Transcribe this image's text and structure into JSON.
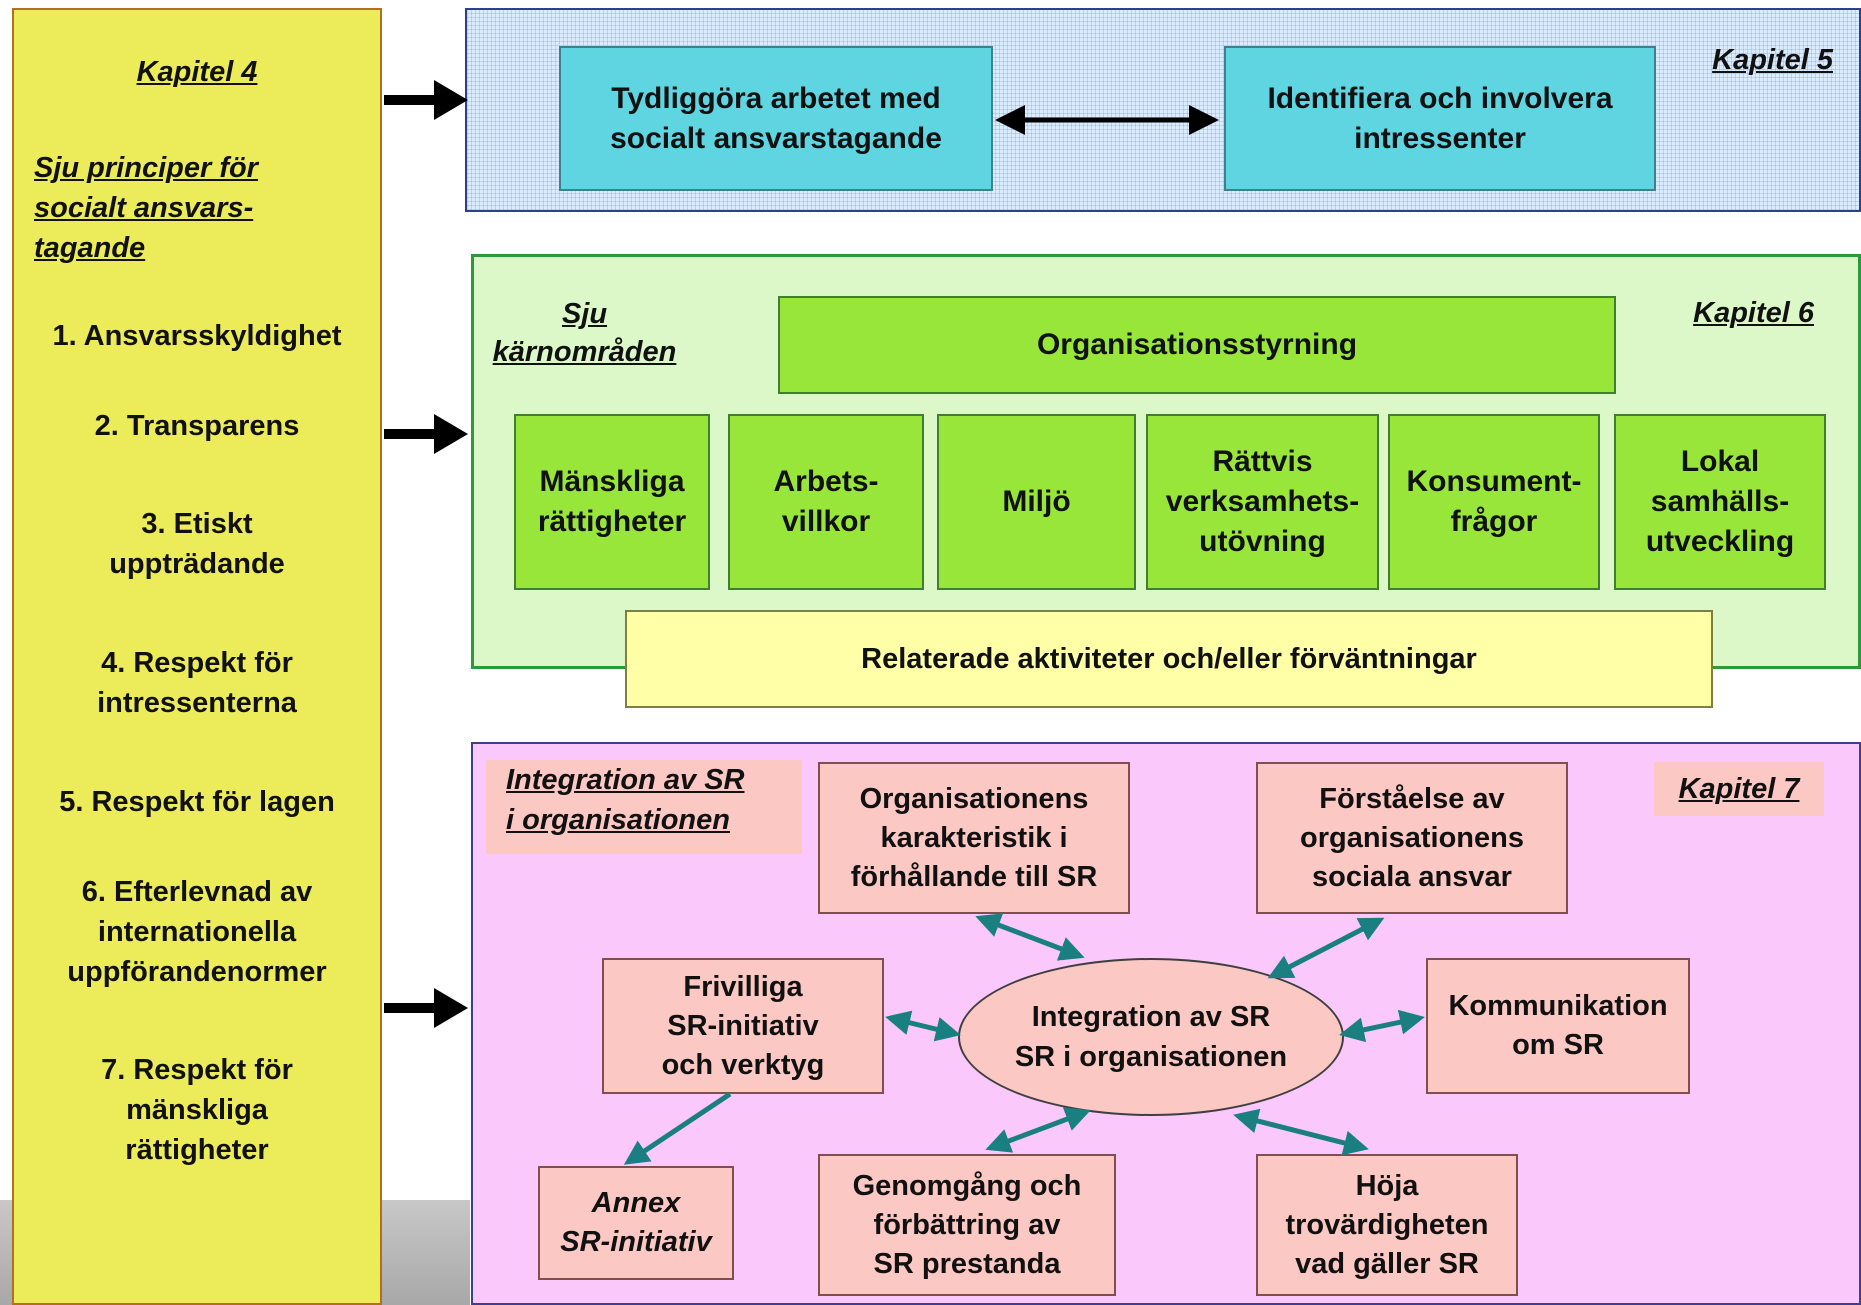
{
  "ch4": {
    "title": "Kapitel 4",
    "subtitle_lines": [
      "Sju principer för",
      "socialt ansvars-",
      "tagande"
    ],
    "principles": [
      [
        "1. Ansvarsskyldighet"
      ],
      [
        "2. Transparens"
      ],
      [
        "3. Etiskt",
        "uppträdande"
      ],
      [
        "4. Respekt för",
        "intressenterna"
      ],
      [
        "5. Respekt för lagen"
      ],
      [
        "6. Efterlevnad av",
        "internationella",
        "uppförandenormer"
      ],
      [
        "7. Respekt för",
        "mänskliga",
        "rättigheter"
      ]
    ]
  },
  "ch5": {
    "label": "Kapitel 5",
    "box1": [
      "Tydliggöra arbetet med",
      "socialt ansvarstagande"
    ],
    "box2": [
      "Identifiera och involvera",
      "intressenter"
    ]
  },
  "ch6": {
    "label": "Kapitel 6",
    "heading": [
      "Sju",
      "kärnområden"
    ],
    "governance": "Organisationsstyrning",
    "core_areas": [
      [
        "Mänskliga",
        "rättigheter"
      ],
      [
        "Arbets-",
        "villkor"
      ],
      [
        "Miljö"
      ],
      [
        "Rättvis",
        "verksamhets-",
        "utövning"
      ],
      [
        "Konsument-",
        "frågor"
      ],
      [
        "Lokal",
        "samhälls-",
        "utveckling"
      ]
    ],
    "related": "Relaterade aktiviteter och/eller förväntningar"
  },
  "ch7": {
    "label": "Kapitel 7",
    "heading": [
      "Integration av SR",
      "i organisationen"
    ],
    "center": [
      "Integration av SR",
      "SR i organisationen"
    ],
    "characteristics": [
      "Organisationens",
      "karakteristik i",
      "förhållande till SR"
    ],
    "understanding": [
      "Förståelse av",
      "organisationens",
      "sociala ansvar"
    ],
    "voluntary": [
      "Frivilliga",
      "SR-initiativ",
      "och verktyg"
    ],
    "communication": [
      "Kommunikation",
      "om SR"
    ],
    "annex": [
      "Annex",
      "SR-initiativ"
    ],
    "review": [
      "Genomgång och",
      "förbättring av",
      "SR prestanda"
    ],
    "credibility": [
      "Höja",
      "trovärdigheten",
      "vad gäller SR"
    ]
  },
  "colors": {
    "ch4_bg": "#ecec5a",
    "ch5_bg": "#dcecff",
    "teal_box": "#5fd5e2",
    "ch6_bg": "#dcf8c8",
    "green_box": "#99e63a",
    "related_bg": "#ffffa8",
    "ch7_bg": "#fbc8fb",
    "pink_box": "#fbc8c4",
    "arrow_teal": "#1a7f80"
  }
}
